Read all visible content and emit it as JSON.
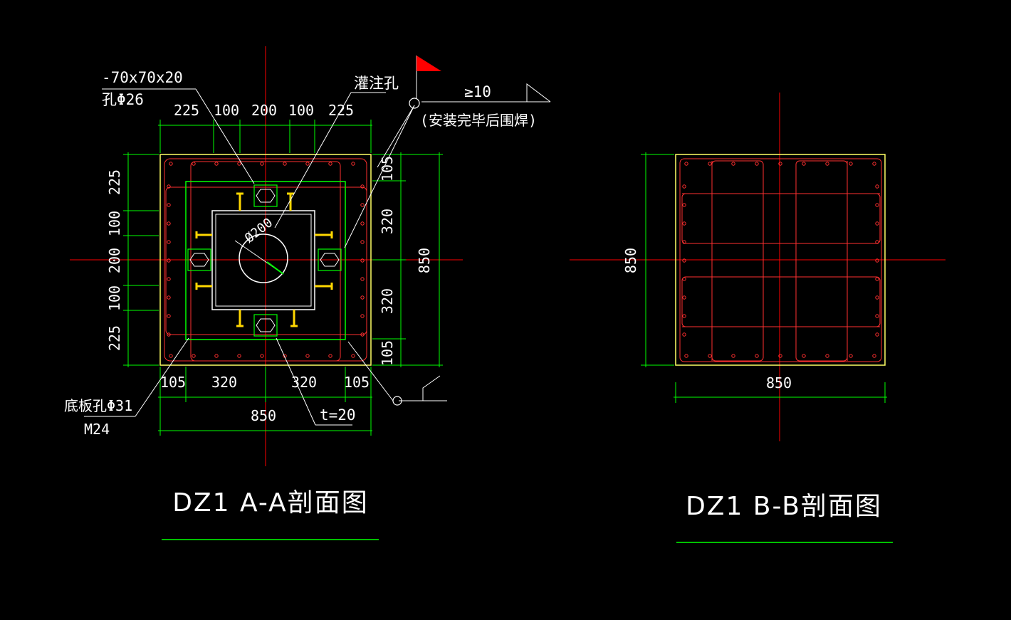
{
  "colors": {
    "background": "#000000",
    "text": "#ffffff",
    "dimension": "#00ff00",
    "axis": "#ff0000",
    "rebar": "#ff3030",
    "plate": "#ffff66",
    "stiffener": "#ffd700",
    "flag": "#ff0000"
  },
  "section_a": {
    "title": "DZ1  A-A剖面图",
    "top_dims": [
      "225",
      "100",
      "200",
      "100",
      "225"
    ],
    "left_dims": [
      "225",
      "100",
      "200",
      "100",
      "225"
    ],
    "right_dims": [
      "105",
      "320",
      "320",
      "105"
    ],
    "right_total": "850",
    "bottom_dims": [
      "105",
      "320",
      "320",
      "105"
    ],
    "bottom_total": "850",
    "circle_label": "Ø200",
    "label_plate_size": "-70x70x20",
    "label_plate_hole": "孔Φ26",
    "label_pour_hole": "灌注孔",
    "label_weld_size": "≥10",
    "label_weld_note": "(安装完毕后围焊)",
    "label_base_hole": "底板孔Φ31",
    "label_bolt": "M24",
    "label_thickness": "t=20"
  },
  "section_b": {
    "title": "DZ1  B-B剖面图",
    "left_dim": "850",
    "bottom_dim": "850"
  }
}
